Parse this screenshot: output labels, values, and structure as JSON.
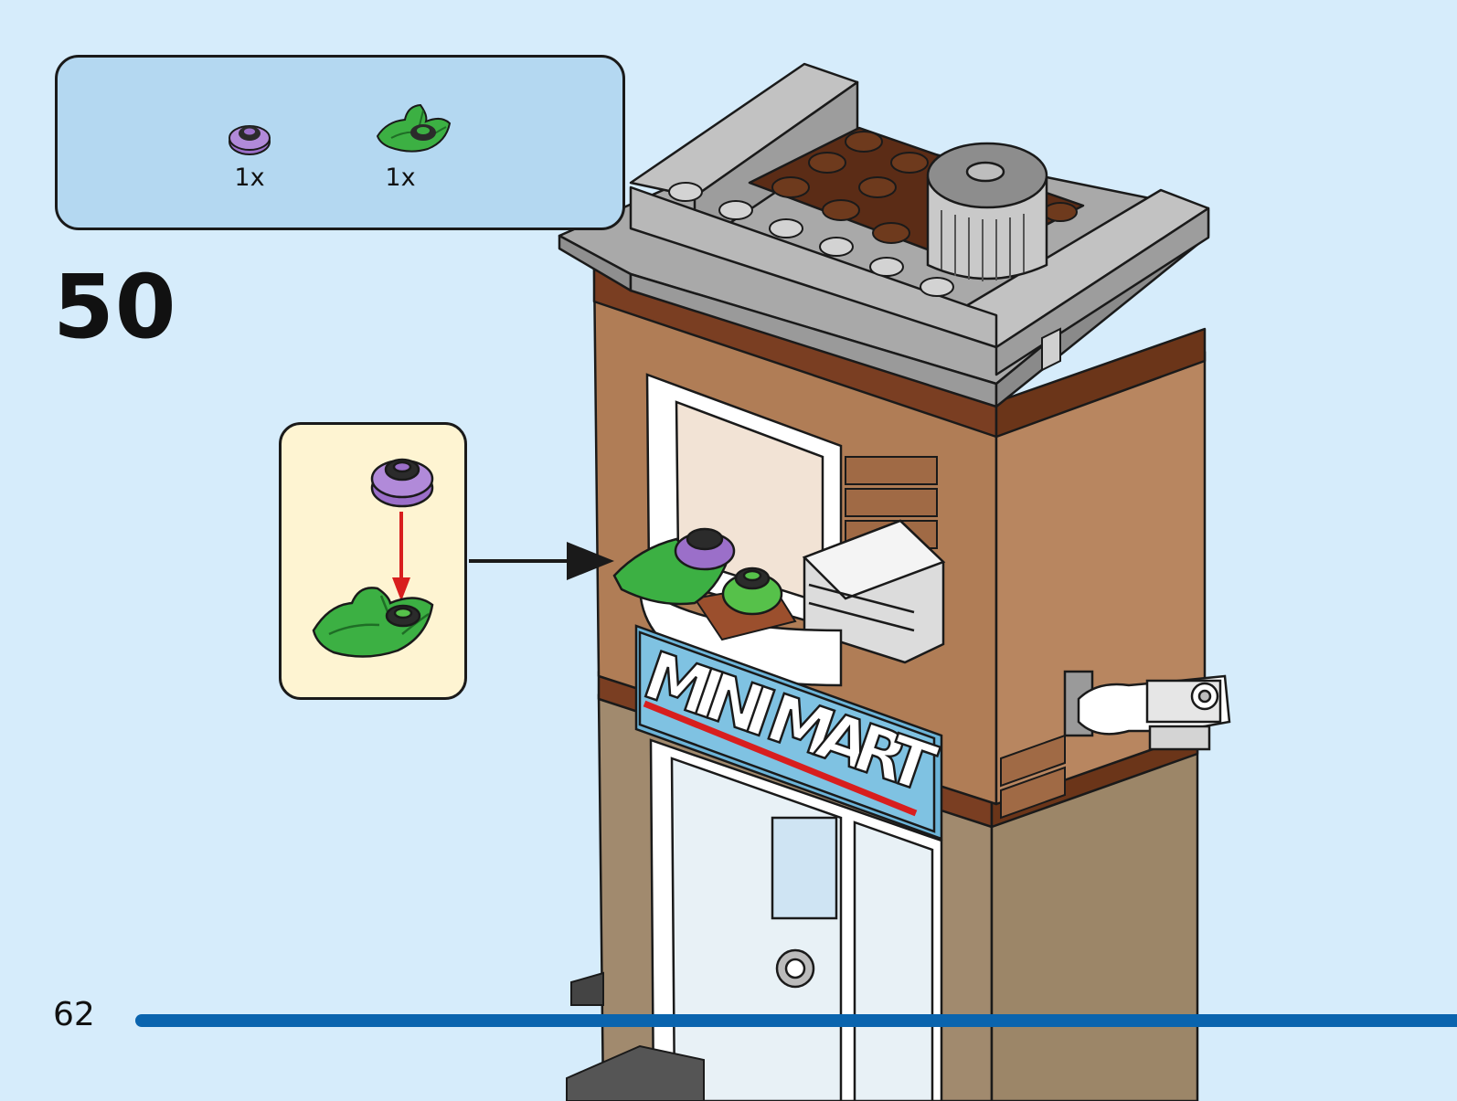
{
  "step": {
    "number": "50"
  },
  "page": {
    "number": "62"
  },
  "parts": [
    {
      "icon": "purple-flower-plate-icon",
      "color": "#9b6fc9",
      "qty": "1x"
    },
    {
      "icon": "green-leaf-plate-icon",
      "color": "#3cb043",
      "qty": "1x"
    }
  ],
  "callout": {
    "arrow_color": "#d81e1e"
  },
  "model": {
    "sign_text": "MINI MART",
    "sign_color": "#6cb4d8",
    "wall_color": "#b07d56"
  },
  "colors": {
    "background": "#d6ecfb",
    "parts_box": "#b4d8f1",
    "callout_box": "#fef4d2",
    "page_bar": "#0a64ae"
  }
}
